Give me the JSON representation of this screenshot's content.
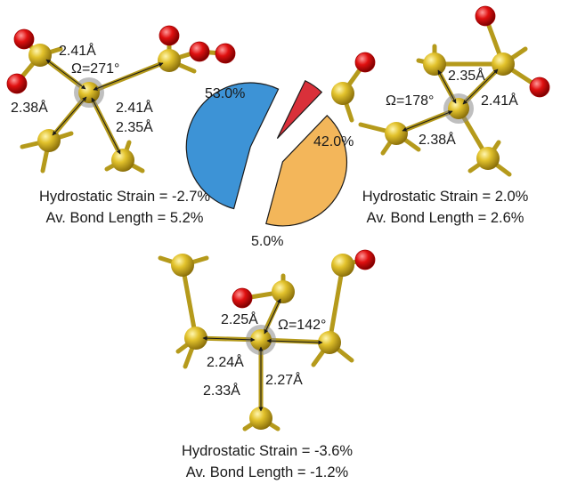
{
  "structures": [
    {
      "bonds": [
        "2.41Å",
        "2.38Å",
        "2.41Å",
        "2.35Å"
      ],
      "omega": "Ω=271°",
      "strain": "Hydrostatic Strain = -2.7%",
      "bond_length": "Av. Bond Length =  5.2%"
    },
    {
      "bonds": [
        "2.35Å",
        "2.41Å",
        "2.38Å"
      ],
      "omega": "Ω=178°",
      "strain": "Hydrostatic Strain = 2.0%",
      "bond_length": "Av. Bond Length = 2.6%"
    },
    {
      "bonds": [
        "2.25Å",
        "2.24Å",
        "2.27Å",
        "2.33Å"
      ],
      "omega": "Ω=142°",
      "strain": "Hydrostatic Strain = -3.6%",
      "bond_length": "Av. Bond Length = -1.2%"
    }
  ],
  "slices": [
    {
      "label": "53.0%",
      "value": 53.0,
      "color": "#3d93d6"
    },
    {
      "label": "42.0%",
      "value": 42.0,
      "color": "#f3b65a"
    },
    {
      "label": "5.0%",
      "value": 5.0,
      "color": "#d9303a"
    }
  ],
  "colors": {
    "silicon": "#d8b51f",
    "oxygen": "#e01010",
    "highlight": "#8a8a8a"
  }
}
